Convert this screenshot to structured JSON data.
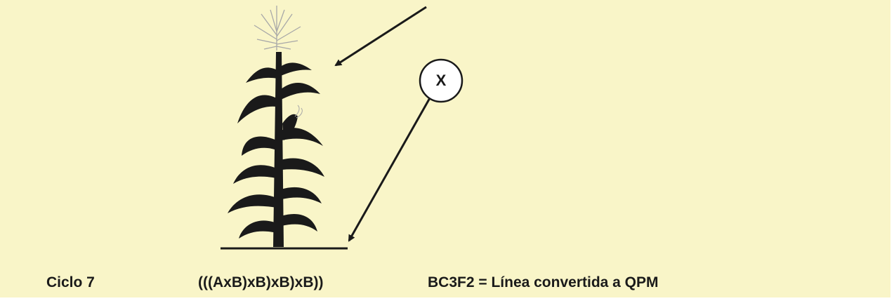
{
  "background_color": "#f9f5c8",
  "ink_color": "#1a1a1a",
  "tassel_color": "#a8a8a8",
  "marker": {
    "label": "X",
    "icon": "circle-marker"
  },
  "captions": {
    "cycle": "Ciclo 7",
    "formula": "(((AxB)xB)xB)xB))",
    "result": "BC3F2 = Línea convertida a QPM"
  }
}
